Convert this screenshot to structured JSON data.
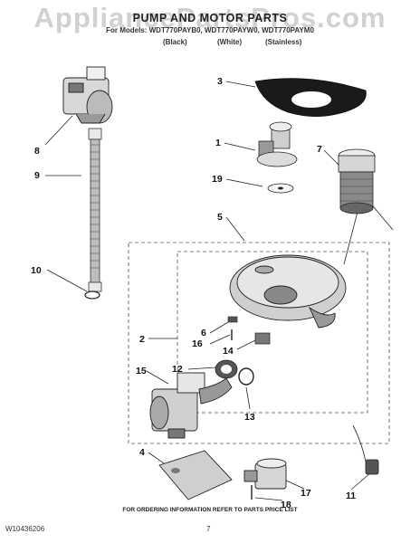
{
  "watermark": "AppliancePartsPros.com",
  "title": "PUMP AND MOTOR PARTS",
  "models": "For Models: WDT770PAYB0, WDT770PAYW0, WDT770PAYM0",
  "variants": [
    "(Black)",
    "(White)",
    "(Stainless)"
  ],
  "callouts": [
    "1",
    "2",
    "3",
    "4",
    "5",
    "6",
    "7",
    "8",
    "9",
    "10",
    "11",
    "12",
    "13",
    "14",
    "15",
    "16",
    "17",
    "18",
    "19"
  ],
  "footer": "FOR ORDERING INFORMATION REFER TO PARTS PRICE LIST",
  "doc_number": "W10436206",
  "page_number": "7"
}
